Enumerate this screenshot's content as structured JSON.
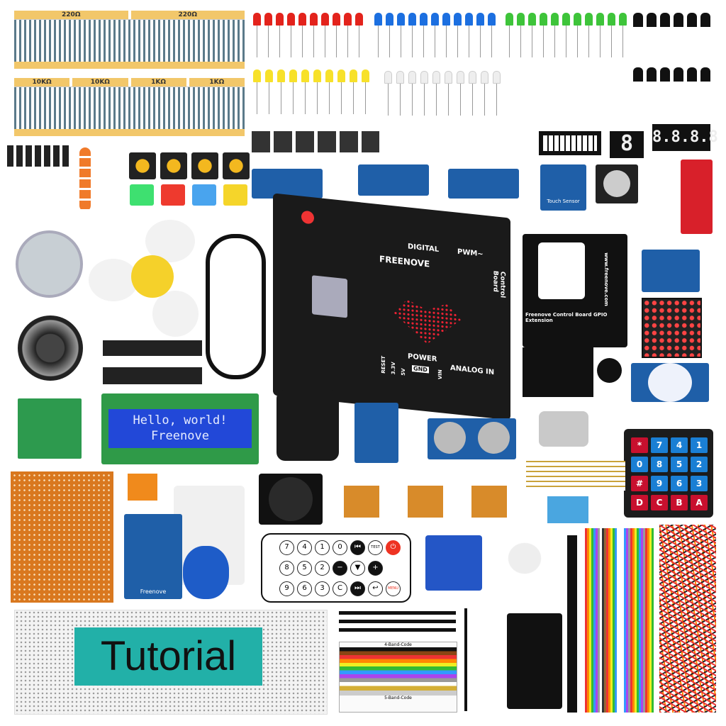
{
  "resistors": {
    "row1": [
      "220Ω",
      "220Ω"
    ],
    "row2": [
      "10KΩ",
      "10KΩ",
      "1KΩ",
      "1KΩ"
    ]
  },
  "led_colors": {
    "red": "#e3231c",
    "blue": "#1c6fe0",
    "green": "#3ec43a",
    "yellow": "#f7e12a",
    "white": "#eeeeee"
  },
  "control_board": {
    "brand": "FREENOVE",
    "labels": [
      "DIGITAL",
      "PWM~",
      "POWER",
      "ANALOG IN",
      "Control Board",
      "RESET",
      "GND",
      "5V",
      "3.3V",
      "VIN"
    ],
    "color": "#1a1a1a"
  },
  "gpio_extension": {
    "title": "Freenove Control Board GPIO Extension",
    "url": "www.freenove.com",
    "brand": "FREENOVE"
  },
  "lcd": {
    "line1": "Hello, world!",
    "line2": "Freenove",
    "screen_color": "#2248d8"
  },
  "segment_display": {
    "single": "8",
    "quad": "8.8.8.8"
  },
  "keypad": {
    "keys": [
      "*",
      "7",
      "4",
      "1",
      "0",
      "8",
      "5",
      "2",
      "#",
      "9",
      "6",
      "3",
      "D",
      "C",
      "B",
      "A"
    ]
  },
  "remote": {
    "rows": [
      [
        "7",
        "4",
        "1",
        "0",
        "⏮",
        "TEST",
        "⏻"
      ],
      [
        "8",
        "5",
        "2",
        "−",
        "▼",
        "+"
      ],
      [
        "9",
        "6",
        "3",
        "C",
        "⏭",
        "↩",
        "MENU"
      ]
    ]
  },
  "rfid": {
    "label": "Freenove"
  },
  "breadboard": {
    "overlay": "Tutorial",
    "overlay_color": "#22b0a8"
  },
  "resistor_chart": {
    "title1": "4-Band-Code",
    "title2": "5-Band-Code"
  },
  "touch_sensor": {
    "label": "Touch Sensor"
  }
}
